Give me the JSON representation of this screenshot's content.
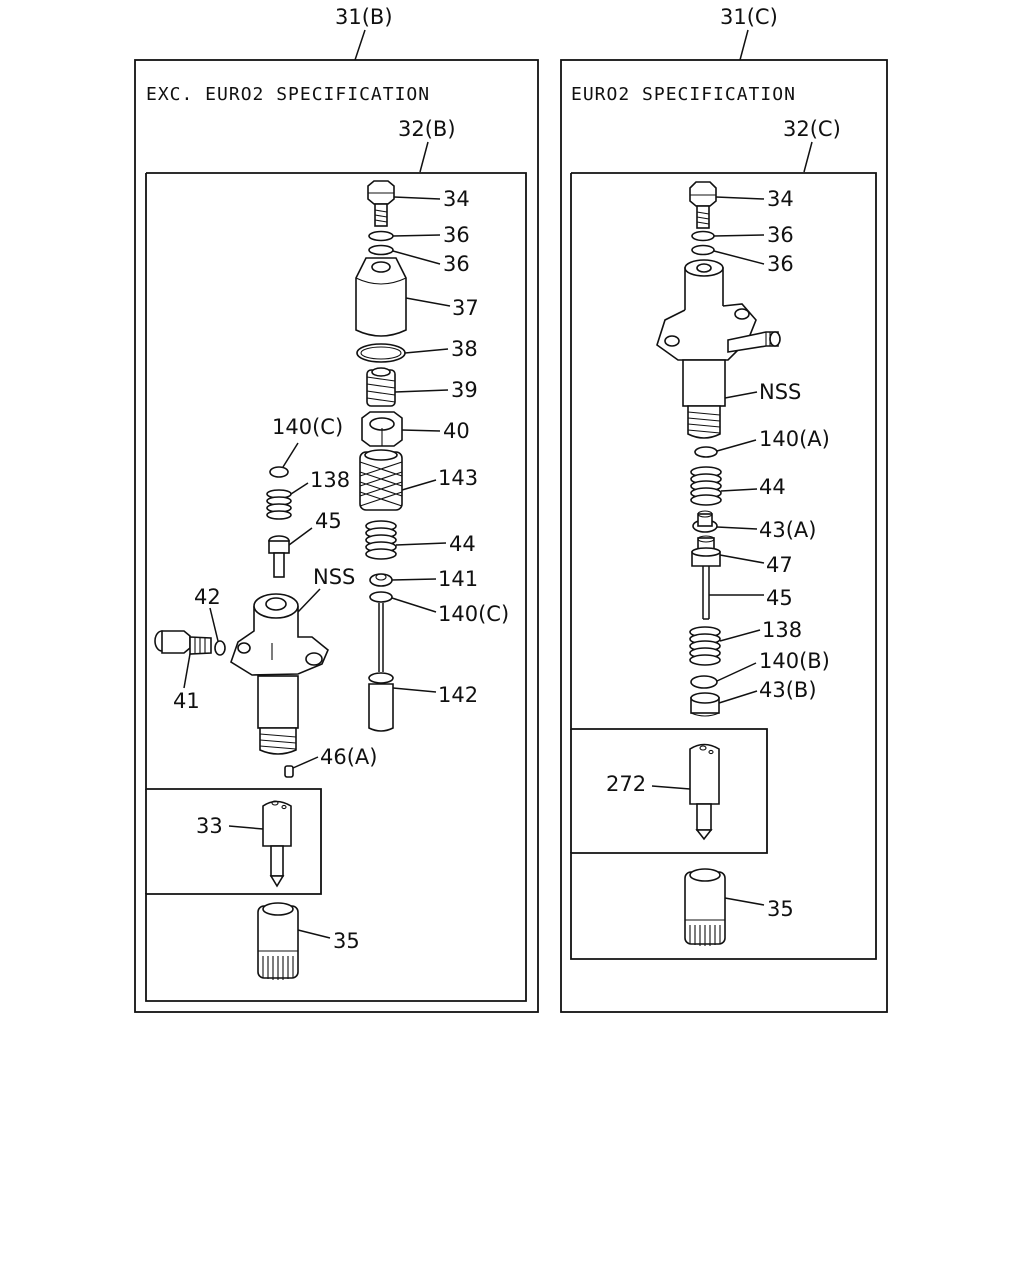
{
  "diagram": {
    "assemblies": {
      "b": "31(B)",
      "c": "31(C)"
    },
    "specs": {
      "b": "EXC. EURO2 SPECIFICATION",
      "c": "EURO2 SPECIFICATION"
    },
    "subassemblies": {
      "b": "32(B)",
      "c": "32(C)"
    },
    "left": {
      "p34": "34",
      "p36a": "36",
      "p36b": "36",
      "p37": "37",
      "p38": "38",
      "p39": "39",
      "p40": "40",
      "p143": "143",
      "p44": "44",
      "p141": "141",
      "p140c_lower": "140(C)",
      "p142": "142",
      "p140c_upper": "140(C)",
      "p138": "138",
      "p45": "45",
      "nss": "NSS",
      "p42": "42",
      "p41": "41",
      "p46a": "46(A)",
      "p33": "33",
      "p35": "35"
    },
    "right": {
      "p34": "34",
      "p36a": "36",
      "p36b": "36",
      "nss": "NSS",
      "p140a": "140(A)",
      "p44": "44",
      "p43a": "43(A)",
      "p47": "47",
      "p45": "45",
      "p138": "138",
      "p140b": "140(B)",
      "p43b": "43(B)",
      "p272": "272",
      "p35": "35"
    }
  }
}
